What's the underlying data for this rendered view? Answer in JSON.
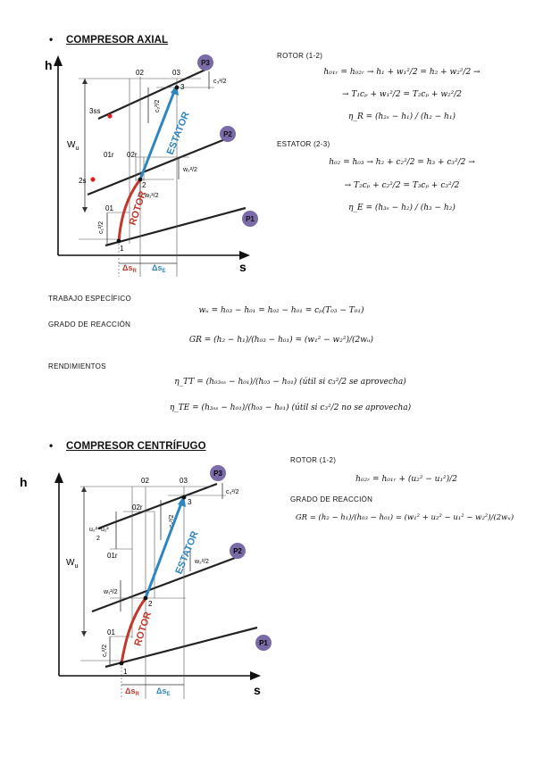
{
  "axial": {
    "bullet": "•",
    "title": "COMPRESOR AXIAL",
    "diagram": {
      "h_label": "h",
      "s_label": "s",
      "P1": "P1",
      "P2": "P2",
      "P3": "P3",
      "wu": "W",
      "wu_sub": "u",
      "rotor": "ROTOR",
      "estator": "ESTATOR",
      "pt_1": "1",
      "pt_2": "2",
      "pt_3": "3",
      "pt_01": "01",
      "pt_02": "02",
      "pt_03": "03",
      "pt_01r": "01r",
      "pt_02r": "02r",
      "pt_2s": "2s",
      "pt_3ss": "3ss",
      "ds_r": "Δs",
      "ds_r_sub": "R",
      "ds_e": "Δs",
      "ds_e_sub": "E"
    },
    "rotor_label": "ROTOR (1-2)",
    "rotor_eq1": "h₀₁ᵣ = h₀₂ᵣ → h₁ + w₁²/2 = h₂ + w₂²/2 →",
    "rotor_eq2": "→ T₁cₚ + w₁²/2 = T₂cₚ + w₂²/2",
    "rotor_eq3": "η_R = (h₂ₛ − h₁) / (h₂ − h₁)",
    "estator_label": "ESTATOR (2-3)",
    "estator_eq1": "h₀₂ = h₀₃ → h₂ + c₂²/2 = h₃ + c₃²/2 →",
    "estator_eq2": "→ T₂cₚ + c₂²/2 = T₃cₚ + c₃²/2",
    "estator_eq3": "η_E = (h₃ₛ − h₂) / (h₃ − h₂)",
    "trabajo_label": "TRABAJO ESPECÍFICO",
    "trabajo_eq": "wᵤ = h₀₃ − h₀₁ = h₀₂ − h₀₁ = cₚ(T₀₃ − T₀₁)",
    "grado_label": "GRADO DE REACCIÓN",
    "grado_eq": "GR = (h₂ − h₁)/(h₀₃ − h₀₁) = (w₁² − w₂²)/(2wᵤ)",
    "rend_label": "RENDIMIENTOS",
    "rend_eq1": "η_TT = (h₀₃ₛₛ − h₀₁)/(h₀₃ − h₀₁)  (útil si c₃²/2 se aprovecha)",
    "rend_eq2": "η_TE = (h₃ₛₛ − h₀₁)/(h₀₃ − h₀₁)  (útil si c₃²/2 no se aprovecha)"
  },
  "centrifugo": {
    "bullet": "•",
    "title": "COMPRESOR CENTRÍFUGO",
    "diagram": {
      "h_label": "h",
      "s_label": "s",
      "P1": "P1",
      "P2": "P2",
      "P3": "P3",
      "wu": "W",
      "wu_sub": "u",
      "rotor": "ROTOR",
      "estator": "ESTATOR",
      "pt_1": "1",
      "pt_2": "2",
      "pt_3": "3",
      "pt_01": "01",
      "pt_02": "02",
      "pt_03": "03",
      "pt_01r": "01r",
      "pt_02r": "02r",
      "ds_r": "Δs",
      "ds_r_sub": "R",
      "ds_e": "Δs",
      "ds_e_sub": "E"
    },
    "rotor_label": "ROTOR (1-2)",
    "rotor_eq1": "h₀₂ᵣ = h₀₁ᵣ + (u₂² − u₁²)/2",
    "grado_label": "GRADO DE REACCIÓN",
    "grado_eq": "GR = (h₂ − h₁)/(h₀₃ − h₀₁) = (w₁² + u₂² − u₁² − w₂²)/(2wᵤ)"
  },
  "colors": {
    "rotor": "#c0392b",
    "estator": "#2e86c1",
    "badge": "#7b6aa8",
    "ink": "#111111"
  }
}
